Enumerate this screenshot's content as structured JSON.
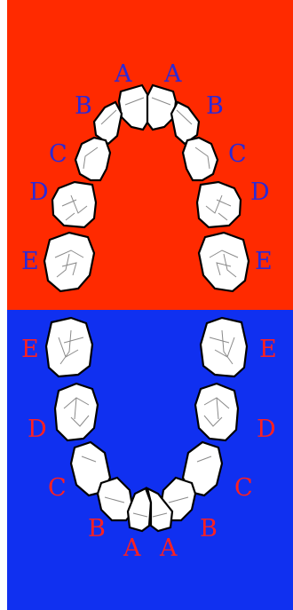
{
  "colors": {
    "upper_background": "#ff2a00",
    "lower_background": "#1030f0",
    "upper_label_color": "#2a2ad8",
    "lower_label_color": "#ff2020",
    "tooth_fill": "#ffffff",
    "tooth_outline": "#000000"
  },
  "upper_arch": {
    "labels_left": [
      "A",
      "B",
      "C",
      "D",
      "E"
    ],
    "labels_right": [
      "A",
      "B",
      "C",
      "D",
      "E"
    ]
  },
  "lower_arch": {
    "labels_left": [
      "E",
      "D",
      "C",
      "B",
      "A"
    ],
    "labels_right": [
      "E",
      "D",
      "C",
      "B",
      "A"
    ]
  }
}
